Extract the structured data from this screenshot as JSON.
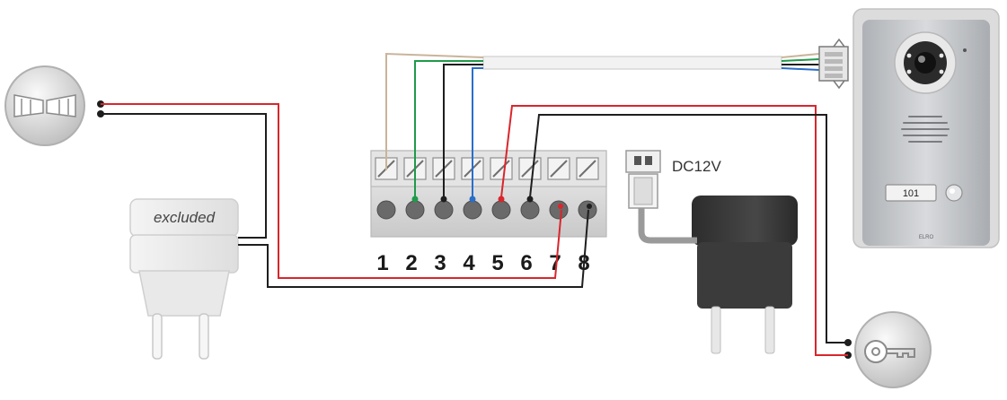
{
  "terminal_block": {
    "numbers": [
      "1",
      "2",
      "3",
      "4",
      "5",
      "6",
      "7",
      "8"
    ]
  },
  "power_adapter": {
    "label": "DC12V"
  },
  "excluded_adapter": {
    "label": "excluded"
  },
  "door_station": {
    "name_plate": "101",
    "brand": "ELRO"
  },
  "colors": {
    "wire_red": "#d9262c",
    "wire_black": "#1e1e1e",
    "wire_green": "#1f9a4a",
    "wire_blue": "#2a6ec8",
    "wire_beige": "#c9b49a",
    "terminal_body": "#dcdcdc",
    "adapter_dark": "#3b3b3b",
    "adapter_light": "#ededed",
    "panel_silver": "#c4c6c9"
  },
  "icons": [
    "gate-opener-icon",
    "key-switch-icon",
    "camera-lens-icon",
    "speaker-grille-icon",
    "call-button-icon"
  ]
}
